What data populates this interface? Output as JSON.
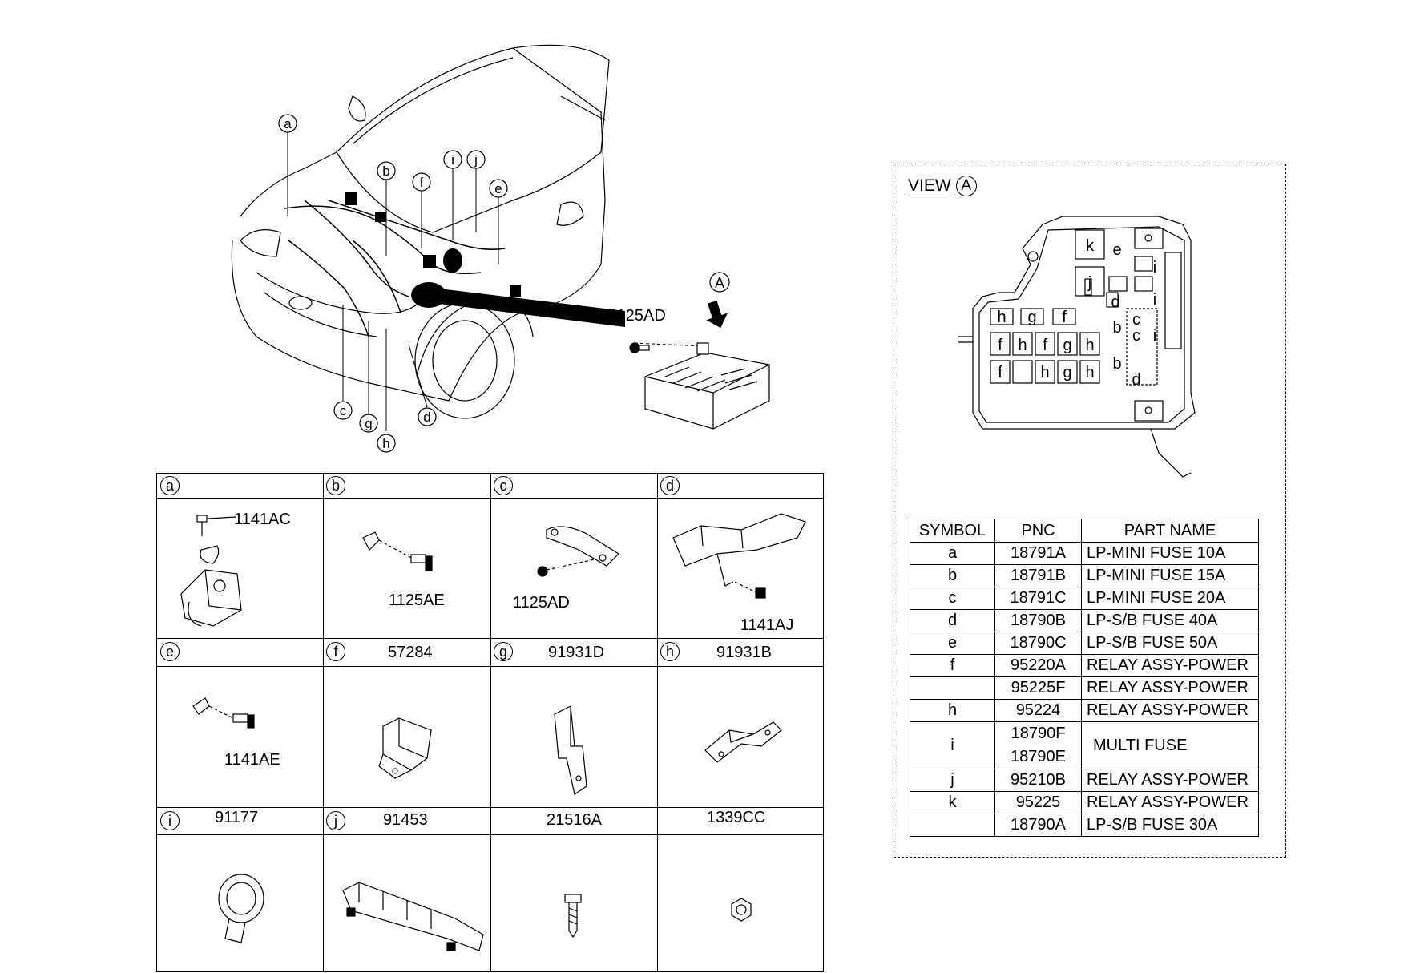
{
  "main_callouts": {
    "a": "a",
    "b": "b",
    "c": "c",
    "d": "d",
    "e": "e",
    "f": "f",
    "g": "g",
    "h": "h",
    "i": "i",
    "j": "j"
  },
  "main_part_label": "1125AD",
  "view_marker": "A",
  "grid": [
    {
      "symbol": "a",
      "title": "",
      "parts": [
        "1141AC"
      ]
    },
    {
      "symbol": "b",
      "title": "",
      "parts": [
        "1125AE"
      ]
    },
    {
      "symbol": "c",
      "title": "",
      "parts": [
        "1125AD"
      ]
    },
    {
      "symbol": "d",
      "title": "",
      "parts": [
        "1141AJ"
      ]
    },
    {
      "symbol": "e",
      "title": "",
      "parts": [
        "1141AE"
      ]
    },
    {
      "symbol": "f",
      "title": "57284",
      "parts": []
    },
    {
      "symbol": "g",
      "title": "91931D",
      "parts": []
    },
    {
      "symbol": "h",
      "title": "91931B",
      "parts": []
    },
    {
      "symbol": "i",
      "title": "91177",
      "parts": []
    },
    {
      "symbol": "j",
      "title": "91453",
      "parts": []
    },
    {
      "symbol": "",
      "title": "21516A",
      "parts": []
    },
    {
      "symbol": "",
      "title": "1339CC",
      "parts": []
    }
  ],
  "view": {
    "title": "VIEW",
    "marker": "A",
    "box_labels": [
      "k",
      "e",
      "j",
      "d",
      "h",
      "g",
      "f",
      "b",
      "c",
      "i"
    ]
  },
  "parts_table": {
    "headers": [
      "SYMBOL",
      "PNC",
      "PART NAME"
    ],
    "rows": [
      {
        "symbol": "a",
        "pnc": [
          "18791A"
        ],
        "name": "LP-MINI FUSE 10A"
      },
      {
        "symbol": "b",
        "pnc": [
          "18791B"
        ],
        "name": "LP-MINI FUSE 15A"
      },
      {
        "symbol": "c",
        "pnc": [
          "18791C"
        ],
        "name": "LP-MINI FUSE 20A"
      },
      {
        "symbol": "d",
        "pnc": [
          "18790B"
        ],
        "name": "LP-S/B FUSE 40A"
      },
      {
        "symbol": "e",
        "pnc": [
          "18790C"
        ],
        "name": "LP-S/B FUSE 50A"
      },
      {
        "symbol": "f",
        "pnc": [
          "95220A"
        ],
        "name": "RELAY ASSY-POWER"
      },
      {
        "symbol": "",
        "pnc": [
          "95225F"
        ],
        "name": "RELAY ASSY-POWER"
      },
      {
        "symbol": "h",
        "pnc": [
          "95224"
        ],
        "name": "RELAY ASSY-POWER"
      },
      {
        "symbol": "i",
        "pnc": [
          "18790F",
          "18790E"
        ],
        "name": "MULTI FUSE"
      },
      {
        "symbol": "j",
        "pnc": [
          "95210B"
        ],
        "name": "RELAY ASSY-POWER"
      },
      {
        "symbol": "k",
        "pnc": [
          "95225"
        ],
        "name": "RELAY ASSY-POWER"
      },
      {
        "symbol": "",
        "pnc": [
          "18790A"
        ],
        "name": "LP-S/B FUSE 30A"
      }
    ]
  }
}
